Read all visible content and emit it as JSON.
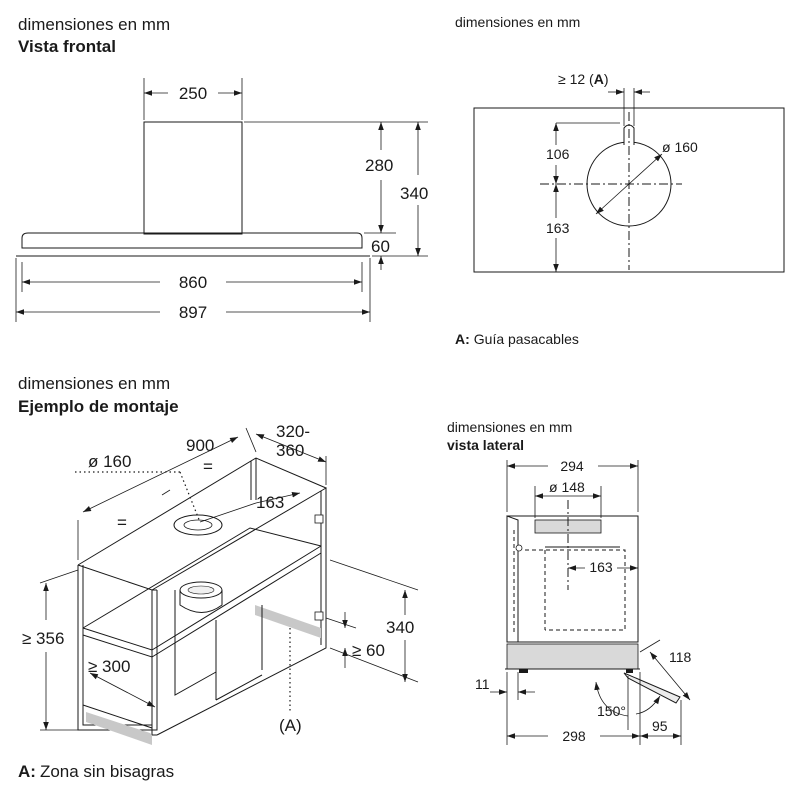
{
  "front": {
    "units": "dimensiones en mm",
    "title": "Vista frontal",
    "dim_chimney_width": "250",
    "dim_chimney_height": "280",
    "dim_total_height": "340",
    "dim_canopy_height": "60",
    "dim_inner_width": "860",
    "dim_total_width": "897"
  },
  "cutout": {
    "units": "dimensiones en mm",
    "dim_gap": "≥ 12 (",
    "dim_gap_ref": "A",
    "dim_gap_close": ")",
    "dim_diameter": "ø 160",
    "dim_top": "106",
    "dim_bottom": "163",
    "legend_key": "A:",
    "legend_text": "Guía pasacables"
  },
  "mounting": {
    "units": "dimensiones en mm",
    "title": "Ejemplo de montaje",
    "dim_width": "900",
    "dim_depth_a": "320-",
    "dim_depth_b": "360",
    "dim_diameter": "ø 160",
    "equal_sign": "=",
    "dim_offset": "163",
    "dim_min_height": "≥ 356",
    "dim_min_depth": "≥ 300",
    "dim_height": "340",
    "dim_min_60": "≥ 60",
    "ref_label": "(A)",
    "legend_key": "A:",
    "legend_text": "Zona sin bisagras"
  },
  "side": {
    "units": "dimensiones en mm",
    "title": "vista lateral",
    "dim_294": "294",
    "dim_diameter": "ø 148",
    "dim_163": "163",
    "dim_118": "118",
    "dim_11": "11",
    "dim_angle": "150°",
    "dim_298": "298",
    "dim_95": "95"
  }
}
